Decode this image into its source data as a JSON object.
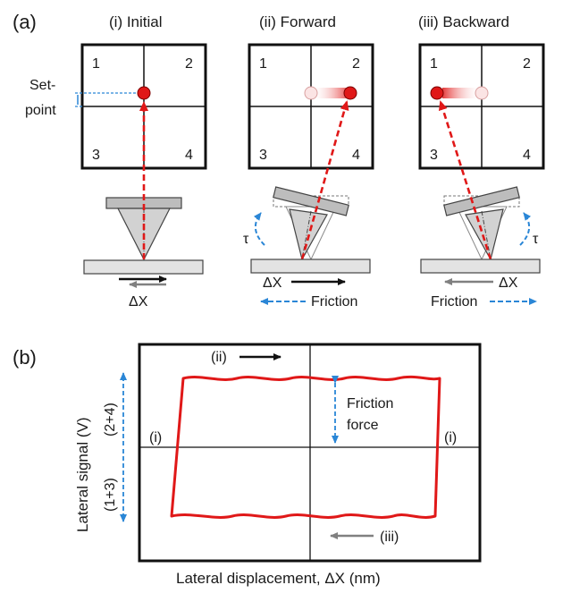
{
  "panel_a": {
    "label": "(a)",
    "titles": [
      "(i) Initial",
      "(ii) Forward",
      "(iii) Backward"
    ],
    "quadrants": [
      "1",
      "2",
      "3",
      "4"
    ],
    "setpoint": [
      "Set-",
      "point"
    ],
    "tau": "τ",
    "delta_x": "ΔX",
    "friction": "Friction"
  },
  "panel_b": {
    "label": "(b)",
    "top_marker": "(ii)",
    "bottom_marker": "(iii)",
    "left_marker": "(i)",
    "right_marker": "(i)",
    "friction_label": [
      "Friction",
      "force"
    ],
    "y_upper": "(2+4)",
    "y_lower": "(1+3)",
    "ylabel": "Lateral signal (V)",
    "xlabel": "Lateral displacement, ΔX (nm)"
  },
  "colors": {
    "red": "#e01818",
    "blue": "#2a86d6",
    "gray": "#808080",
    "panel_fill": "#e3e3e3"
  }
}
